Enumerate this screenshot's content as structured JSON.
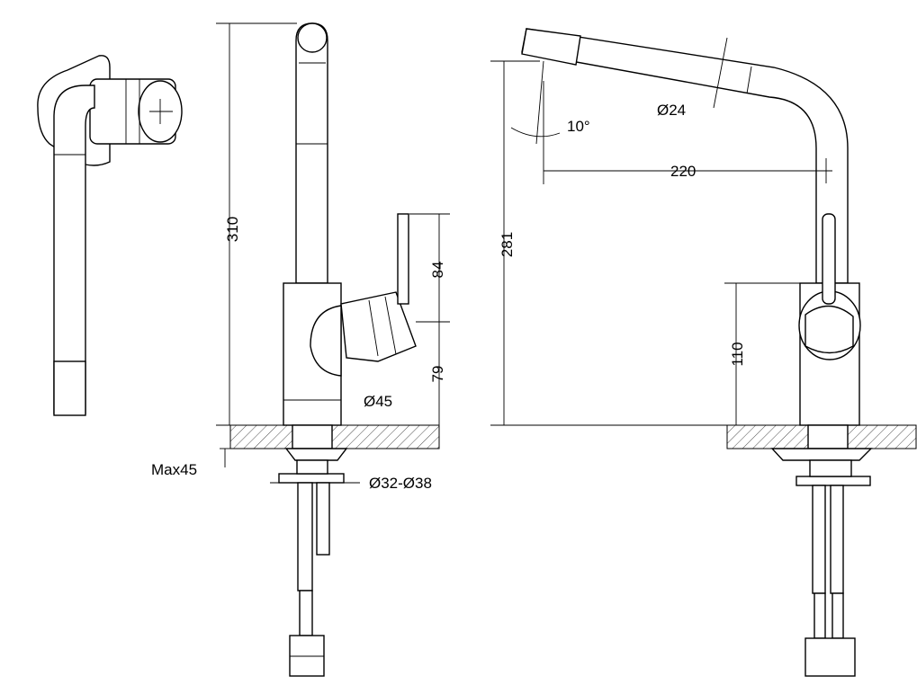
{
  "dimensions": {
    "height_total": "310",
    "handle_length": "84",
    "handle_height": "79",
    "body_diameter": "Ø45",
    "max_counter": "Max45",
    "hole_diameter": "Ø32-Ø38",
    "height_outlet": "281",
    "angle": "10°",
    "spout_diameter": "Ø24",
    "reach": "220",
    "body_height": "110"
  }
}
